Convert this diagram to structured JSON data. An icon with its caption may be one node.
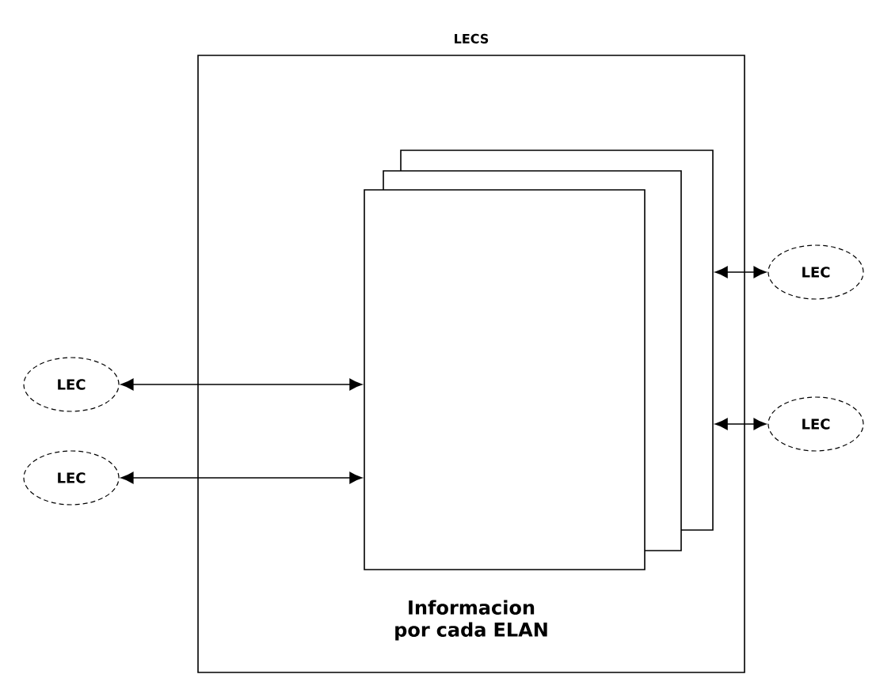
{
  "diagram": {
    "nodes": [
      {
        "text": [
          "LECS",
          "Informacion por cada ELAN"
        ]
      },
      {
        "text": [],
        "shape": "box",
        "in": 0
      },
      {
        "text": [],
        "shape": "box",
        "in": 0
      },
      {
        "text": [],
        "shape": "box",
        "in": 0
      },
      {
        "text": [
          "LEC"
        ]
      },
      {
        "text": [
          "LEC"
        ]
      },
      {
        "text": [
          "LEC"
        ]
      },
      {
        "text": [
          "LEC"
        ]
      }
    ],
    "edges": [
      {
        "from": 4,
        "to": 1,
        "arrow": "both"
      },
      {
        "from": 5,
        "to": 3,
        "arrow": "both"
      },
      {
        "from": 6,
        "to": 1,
        "arrow": "both"
      },
      {
        "from": 7,
        "to": 3,
        "arrow": "both"
      }
    ]
  }
}
